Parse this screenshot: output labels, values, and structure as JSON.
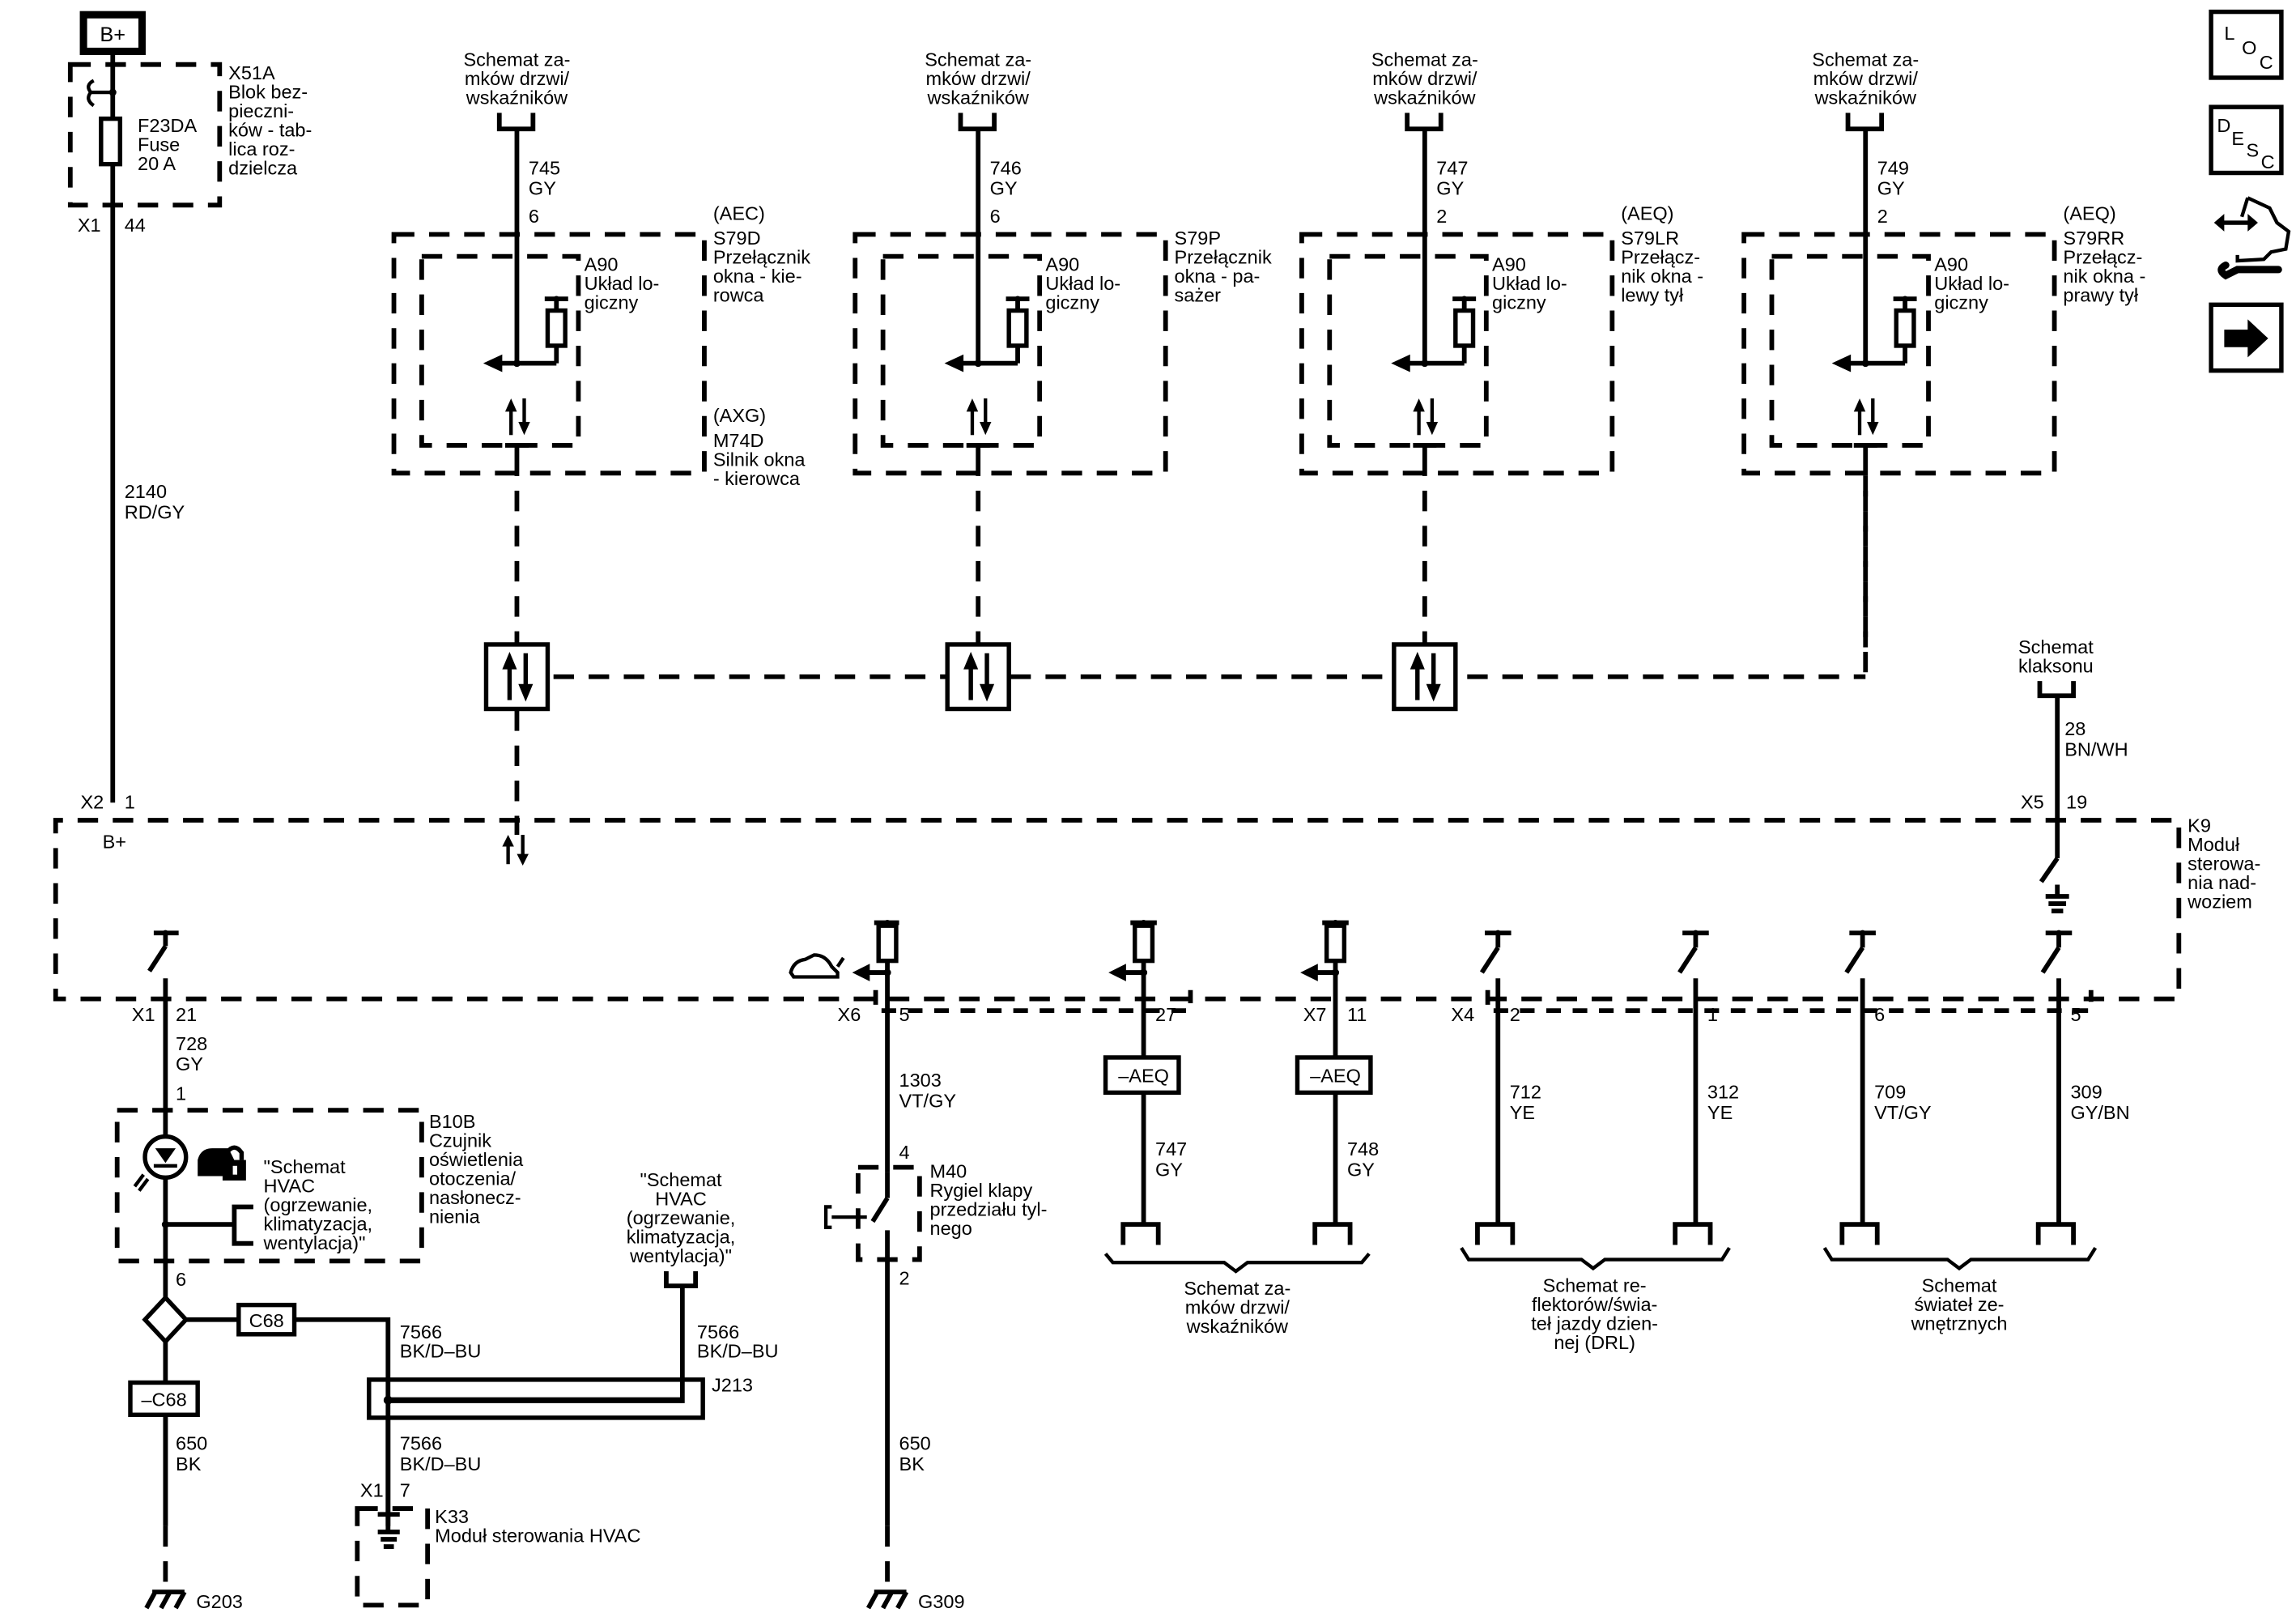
{
  "power": {
    "label": "B+"
  },
  "fuse_block": {
    "id": "X51A",
    "desc": [
      "Blok bez-",
      "pieczni-",
      "ków - tab-",
      "lica roz-",
      "dzielcza"
    ],
    "fuse": [
      "F23DA",
      "Fuse",
      "20 A"
    ],
    "connector": "X1",
    "pin": "44"
  },
  "feed_wire": {
    "circuit": "2140",
    "color": "RD/GY"
  },
  "bcm_in": {
    "connector": "X2",
    "pin": "1",
    "label": "B+"
  },
  "window_switches": [
    {
      "ref": [
        "Schemat za-",
        "mków drzwi/",
        "wskaźników"
      ],
      "circuit": "745",
      "color": "GY",
      "pin": "6",
      "option": "(AEC)",
      "id": "S79D",
      "desc": [
        "Przełącznik",
        "okna - kie-",
        "rowca"
      ],
      "logic": [
        "A90",
        "Układ lo-",
        "giczny"
      ],
      "motor_option": "(AXG)",
      "motor_id": "M74D",
      "motor_desc": [
        "Silnik okna",
        "- kierowca"
      ]
    },
    {
      "ref": [
        "Schemat za-",
        "mków drzwi/",
        "wskaźników"
      ],
      "circuit": "746",
      "color": "GY",
      "pin": "6",
      "option": "",
      "id": "S79P",
      "desc": [
        "Przełącznik",
        "okna - pa-",
        "sażer"
      ],
      "logic": [
        "A90",
        "Układ lo-",
        "giczny"
      ]
    },
    {
      "ref": [
        "Schemat za-",
        "mków drzwi/",
        "wskaźników"
      ],
      "circuit": "747",
      "color": "GY",
      "pin": "2",
      "option": "(AEQ)",
      "id": "S79LR",
      "desc": [
        "Przełącz-",
        "nik okna -",
        "lewy tył"
      ],
      "logic": [
        "A90",
        "Układ lo-",
        "giczny"
      ]
    },
    {
      "ref": [
        "Schemat za-",
        "mków drzwi/",
        "wskaźników"
      ],
      "circuit": "749",
      "color": "GY",
      "pin": "2",
      "option": "(AEQ)",
      "id": "S79RR",
      "desc": [
        "Przełącz-",
        "nik okna -",
        "prawy tył"
      ],
      "logic": [
        "A90",
        "Układ lo-",
        "giczny"
      ]
    }
  ],
  "horn": {
    "ref": [
      "Schemat",
      "klaksonu"
    ],
    "circuit": "28",
    "color": "BN/WH",
    "connector": "X5",
    "pin": "19"
  },
  "bcm": {
    "id": "K9",
    "desc": [
      "Moduł",
      "sterowa-",
      "nia nad-",
      "woziem"
    ]
  },
  "ambient_sensor": {
    "connector": "X1",
    "pin_bcm": "21",
    "circuit": "728",
    "color": "GY",
    "pin_in": "1",
    "pin_out": "6",
    "id": "B10B",
    "desc": [
      "Czujnik",
      "oświetlenia",
      "otoczenia/",
      "nasłonecz-",
      "nienia"
    ],
    "ref": [
      "\"Schemat",
      "HVAC",
      "(ogrzewanie,",
      "klimatyzacja,",
      "wentylacja)\""
    ]
  },
  "ground_left": {
    "c68": "C68",
    "not_c68": "–C68",
    "circuit": "650",
    "color": "BK",
    "ground": "G203"
  },
  "hvac_branch": {
    "circuit_a": "7566",
    "color_a": "BK/D–BU",
    "circuit_b": "7566",
    "color_b": "BK/D–BU",
    "circuit_c": "7566",
    "color_c": "BK/D–BU",
    "splice": "J213",
    "ref": [
      "\"Schemat",
      "HVAC",
      "(ogrzewanie,",
      "klimatyzacja,",
      "wentylacja)\""
    ],
    "connector": "X1",
    "pin": "7",
    "module_id": "K33",
    "module_desc": "Moduł sterowania HVAC"
  },
  "trunk": {
    "connector": "X6",
    "pin": "5",
    "circuit": "1303",
    "color": "VT/GY",
    "pin_in": "4",
    "pin_out": "2",
    "id": "M40",
    "desc": [
      "Rygiel klapy",
      "przedziału tyl-",
      "nego"
    ],
    "ground_circuit": "650",
    "ground_color": "BK",
    "ground": "G309"
  },
  "door_outputs": {
    "items": [
      {
        "connector": "",
        "pin": "27",
        "option": "–AEQ",
        "circuit": "747",
        "color": "GY"
      },
      {
        "connector": "X7",
        "pin": "11",
        "option": "–AEQ",
        "circuit": "748",
        "color": "GY"
      }
    ],
    "ref": [
      "Schemat za-",
      "mków drzwi/",
      "wskaźników"
    ]
  },
  "lamp_outputs": {
    "connector": "X4",
    "items": [
      {
        "pin": "2",
        "circuit": "712",
        "color": "YE"
      },
      {
        "pin": "1",
        "circuit": "312",
        "color": "YE"
      },
      {
        "pin": "6",
        "circuit": "709",
        "color": "VT/GY"
      },
      {
        "pin": "5",
        "circuit": "309",
        "color": "GY/BN"
      }
    ],
    "ref_drl": [
      "Schemat re-",
      "flektorów/świa-",
      "teł jazdy dzien-",
      "nej (DRL)"
    ],
    "ref_ext": [
      "Schemat",
      "świateł ze-",
      "wnętrznych"
    ]
  },
  "nav_icons": [
    {
      "name": "loc-button",
      "letters": [
        "L",
        "O",
        "C"
      ]
    },
    {
      "name": "desc-button",
      "letters": [
        "D",
        "E",
        "S",
        "C"
      ]
    },
    {
      "name": "connector-repair-icon"
    },
    {
      "name": "next-page-button"
    }
  ]
}
